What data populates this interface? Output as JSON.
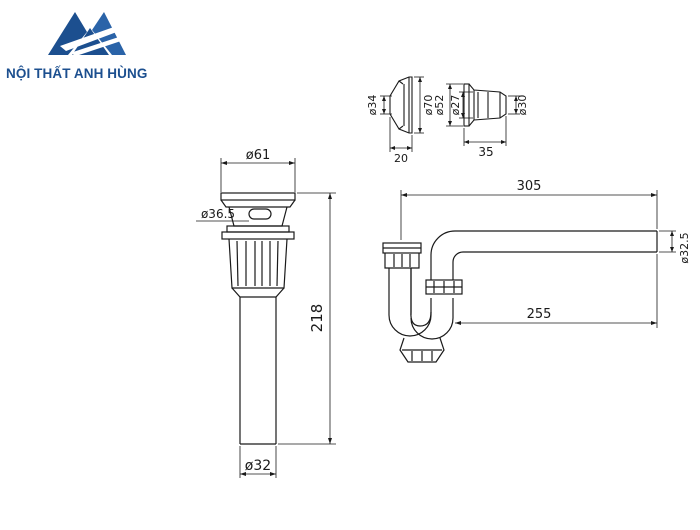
{
  "brand": {
    "name": "NỘI THẤT ANH HÙNG",
    "color": "#1c4f8f",
    "logo": "triangle-mountain-logo"
  },
  "line_color": "#1a1a1a",
  "drain": {
    "cap_diameter": "ø61",
    "overflow_diameter": "ø36.5",
    "total_height": "218",
    "pipe_diameter": "ø32"
  },
  "adapter_left": {
    "inner_diameter": "ø34",
    "outer_diameter": "ø70",
    "length": "20"
  },
  "adapter_right": {
    "outer_diameter": "ø52",
    "inner_diameter": "ø27",
    "end_diameter": "ø30",
    "length": "35"
  },
  "trap": {
    "total_length": "305",
    "pipe_diameter": "ø32.5",
    "outlet_length": "255"
  }
}
